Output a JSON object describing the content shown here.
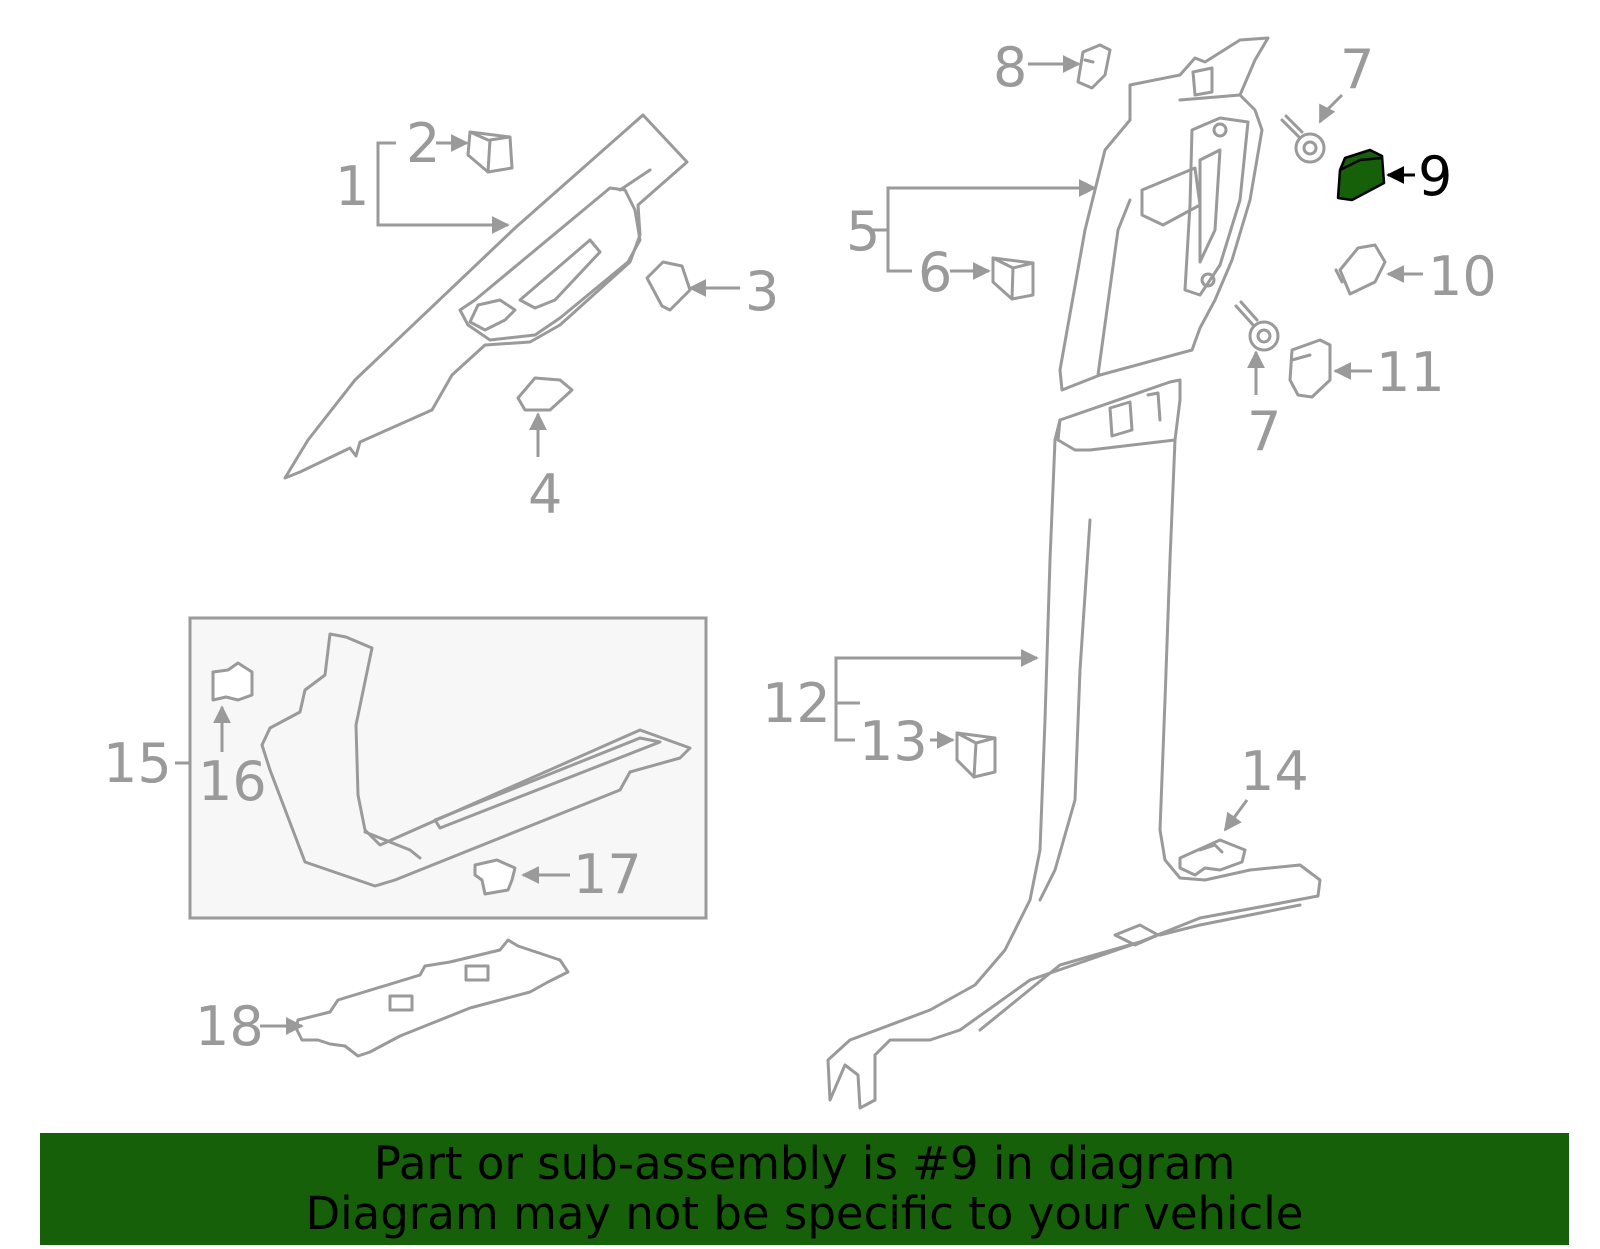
{
  "diagram": {
    "highlight_color": "#156008",
    "line_color": "#9a9a9a",
    "callouts": {
      "c1": "1",
      "c2": "2",
      "c3": "3",
      "c4": "4",
      "c5": "5",
      "c6": "6",
      "c7a": "7",
      "c7b": "7",
      "c8": "8",
      "c9": "9",
      "c10": "10",
      "c11": "11",
      "c12": "12",
      "c13": "13",
      "c14": "14",
      "c15": "15",
      "c16": "16",
      "c17": "17",
      "c18": "18"
    }
  },
  "banner": {
    "line1": "Part or sub-assembly is #9 in diagram",
    "line2": "Diagram may not be specific to your vehicle"
  }
}
